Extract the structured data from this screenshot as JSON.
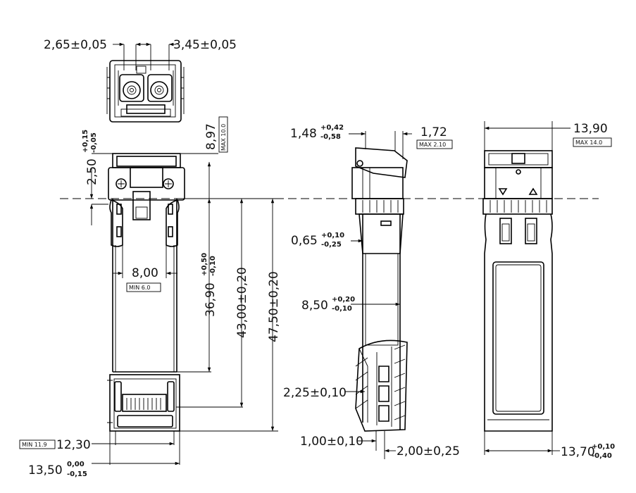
{
  "drawing": {
    "title": "",
    "centerline": "dashed horizontal reference line",
    "colors": {
      "line": "#000000",
      "background": "#ffffff"
    },
    "end_view": {
      "pitch_left": "2,65±0,05",
      "pitch_right": "3,45±0,05"
    },
    "top_view": {
      "offset_main": "2,50",
      "offset_sup": "+0,15",
      "offset_inf": "-0,05",
      "height": "8,97",
      "height_note": "MAX 10.0",
      "latch_width": "8,00",
      "latch_note": "MIN 6.0",
      "len1_main": "36,90",
      "len1_sup": "+0,50",
      "len1_inf": "-0,10",
      "len2": "43,00±0,20",
      "len3": "47,50±0,20",
      "body_width": "12,30",
      "body_width_note": "MIN 11.9",
      "total_width_main": "13,50",
      "total_width_sup": "0,00",
      "total_width_inf": "-0,15"
    },
    "side_view": {
      "flange_main": "1,48",
      "flange_sup": "+0,42",
      "flange_inf": "-0,58",
      "tab": "1,72",
      "tab_note": "MAX 2.10",
      "step_main": "0,65",
      "step_sup": "+0,10",
      "step_inf": "-0,25",
      "thick_main": "8,50",
      "thick_sup": "+0,20",
      "thick_inf": "-0,10",
      "pad": "2,25±0,10",
      "edge": "1,00±0,10",
      "gap": "2,00±0,25"
    },
    "bottom_view": {
      "width": "13,90",
      "width_note": "MAX 14.0",
      "base_main": "13,70",
      "base_sup": "+0,10",
      "base_inf": "-0,40"
    }
  }
}
